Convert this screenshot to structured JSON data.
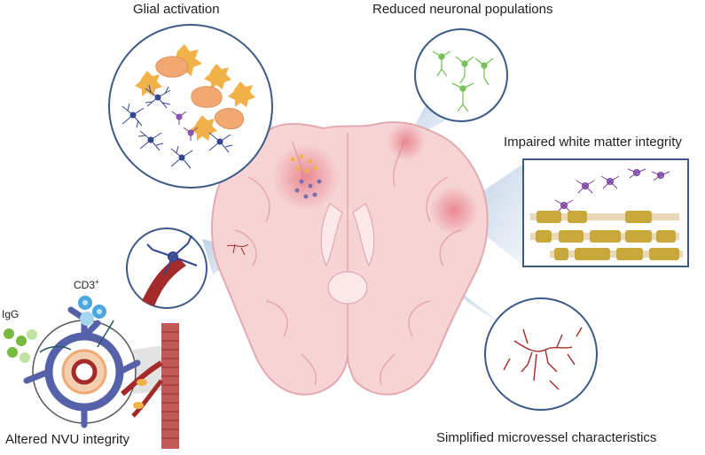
{
  "labels": {
    "glial_activation": "Glial activation",
    "reduced_neuronal": "Reduced neuronal populations",
    "white_matter": "Impaired white matter integrity",
    "microvessel": "Simplified microvessel characteristics",
    "nvu": "Altered NVU integrity",
    "igg": "IgG",
    "cd3": "CD3",
    "cd3_sup": "+"
  },
  "colors": {
    "brain_fill": "#f6d4d6",
    "brain_stroke": "#e3a9ae",
    "callout": "#c9d7ea",
    "circle_stroke": "#3b5a86",
    "astrocyte": "#f2b24a",
    "microglia": "#34468f",
    "neuron": "#79c25a",
    "oligo": "#7a3f9b",
    "myelin": "#c8a83a",
    "vessel": "#a52a2a",
    "igg": "#78b93f",
    "cd3": "#4aa8de",
    "pericyte": "#5561a8"
  },
  "icons": [
    "brain-coronal-section",
    "astrocyte-icon",
    "microglia-icon",
    "neuron-icon",
    "oligodendrocyte-icon",
    "myelinated-axon-icon",
    "microvessel-icon",
    "blood-vessel-icon",
    "igg-molecule-icon",
    "t-cell-icon"
  ]
}
